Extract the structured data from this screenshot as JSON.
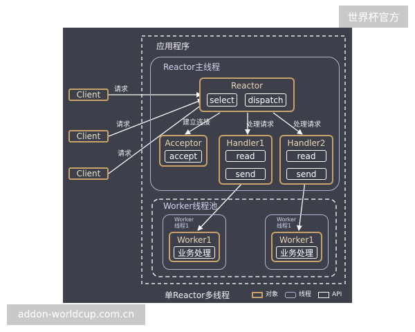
{
  "watermarks": {
    "top": "世界杯官方",
    "bottom": "addon-worldcup.com.cn"
  },
  "diagram": {
    "caption": "单Reactor多线程",
    "app_label": "应用程序",
    "reactor_thread_label": "Reactor主线程",
    "worker_pool_label": "Worker线程池",
    "clients": [
      "Client",
      "Client",
      "Client"
    ],
    "request_labels": [
      "请求",
      "请求",
      "请求"
    ],
    "reactor": {
      "title": "Reactor",
      "apis": [
        "select",
        "dispatch"
      ]
    },
    "edge_labels": {
      "connect": "建立连接",
      "handle1": "处理请求",
      "handle2": "处理请求"
    },
    "acceptor": {
      "title": "Acceptor",
      "apis": [
        "accept"
      ]
    },
    "handlers": [
      {
        "title": "Handler1",
        "apis": [
          "read",
          "send"
        ]
      },
      {
        "title": "Handler2",
        "apis": [
          "read",
          "send"
        ]
      }
    ],
    "worker_threads": [
      {
        "label": "Worker\n线程1",
        "worker": {
          "title": "Worker1",
          "apis": [
            "业务处理"
          ]
        }
      },
      {
        "label": "Worker\n线程1",
        "worker": {
          "title": "Worker1",
          "apis": [
            "业务处理"
          ]
        }
      }
    ],
    "legend": [
      {
        "label": "对象",
        "color": "#c9a46a"
      },
      {
        "label": "线程",
        "color": "#aab6d6"
      },
      {
        "label": "API",
        "color": "#ffffff"
      }
    ]
  }
}
